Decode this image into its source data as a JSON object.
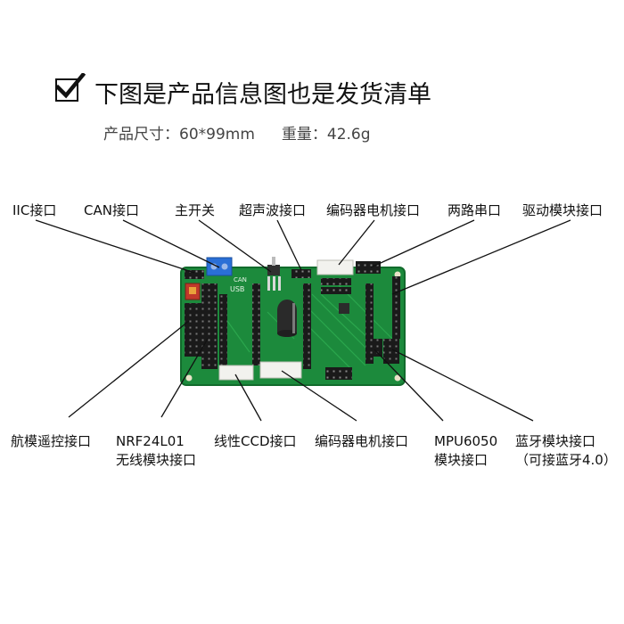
{
  "header": {
    "title": "下图是产品信息图也是发货清单",
    "size_label": "产品尺寸：",
    "size_value": "60*99mm",
    "weight_label": "重量：",
    "weight_value": "42.6g"
  },
  "callouts_top": [
    {
      "text": "IIC接口"
    },
    {
      "text": "CAN接口"
    },
    {
      "text": "主开关"
    },
    {
      "text": "超声波接口"
    },
    {
      "text": "编码器电机接口"
    },
    {
      "text": "两路串口"
    },
    {
      "text": "驱动模块接口"
    }
  ],
  "callouts_bottom": [
    {
      "line1": "航模遥控接口",
      "line2": ""
    },
    {
      "line1": "NRF24L01",
      "line2": "无线模块接口"
    },
    {
      "line1": "线性CCD接口",
      "line2": ""
    },
    {
      "line1": "编码器电机接口",
      "line2": ""
    },
    {
      "line1": "MPU6050",
      "line2": "模块接口"
    },
    {
      "line1": "蓝牙模块接口",
      "line2": "（可接蓝牙4.0）"
    }
  ],
  "board": {
    "silk_usb": "USB",
    "silk_can": "CAN"
  },
  "colors": {
    "pcb": "#1c8a3c",
    "pcb_edge": "#126b2c",
    "header_black": "#1a1a1a",
    "terminal_blue": "#2a6fd6",
    "jst_white": "#f2f2ee",
    "switch_red": "#c0392b"
  },
  "icons": {
    "checkbox": "checkmark-icon"
  }
}
